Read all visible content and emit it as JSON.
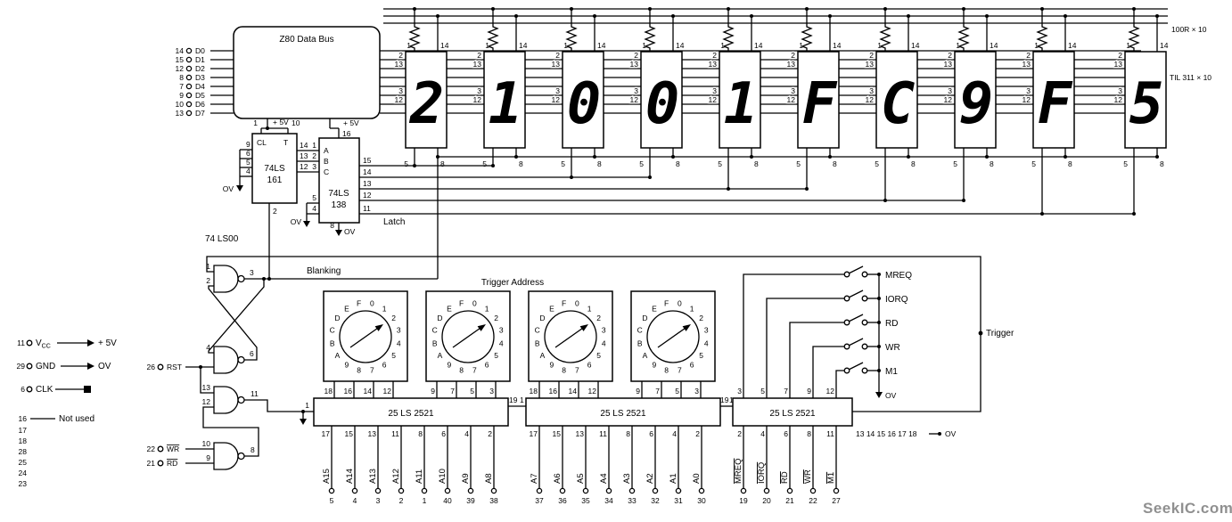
{
  "watermark": "SeekIC.com",
  "labels": {
    "z80_bus": "Z80 Data Bus",
    "resistor_bank": "100R × 10",
    "display_bank": "TIL 311 × 10",
    "plus5v": "+ 5V",
    "ov": "OV",
    "latch": "Latch",
    "blanking": "Blanking",
    "nand_chip": "74 LS00",
    "trigger_address": "Trigger Address",
    "trigger": "Trigger",
    "not_used": "Not used"
  },
  "z80_data_pins": [
    {
      "pin": "14",
      "signal": "D0"
    },
    {
      "pin": "15",
      "signal": "D1"
    },
    {
      "pin": "12",
      "signal": "D2"
    },
    {
      "pin": "8",
      "signal": "D3"
    },
    {
      "pin": "7",
      "signal": "D4"
    },
    {
      "pin": "9",
      "signal": "D5"
    },
    {
      "pin": "10",
      "signal": "D6"
    },
    {
      "pin": "13",
      "signal": "D7"
    }
  ],
  "displays": {
    "digits": [
      "2",
      "1",
      "0",
      "0",
      "1",
      "F",
      "C",
      "9",
      "F",
      "5"
    ],
    "pin_top_left": "1",
    "pin_top_right": "14",
    "pin_bottom_left": "5",
    "pin_bottom_right": "8",
    "left_pins": [
      "2",
      "13",
      "3",
      "12"
    ]
  },
  "counter_161": {
    "line1": "74LS",
    "line2": "161",
    "cl": "CL",
    "t": "T",
    "pin_cl": "1",
    "pin_t": "10",
    "pin_clock": "2",
    "left_pins": [
      "9",
      "6",
      "5",
      "4"
    ],
    "out_pins": [
      "14",
      "13",
      "12"
    ]
  },
  "decoder_138": {
    "line1": "74LS",
    "line2": "138",
    "inputs": [
      "A",
      "B",
      "C"
    ],
    "input_pins": [
      "1",
      "2",
      "3"
    ],
    "pin_vcc": "16",
    "enable_pins": [
      "5",
      "4"
    ],
    "pin_gnd": "8",
    "out_pins": [
      "15",
      "14",
      "13",
      "12",
      "11"
    ]
  },
  "gates": {
    "g1": {
      "in1": "1",
      "in2": "2",
      "out": "3"
    },
    "g2": {
      "in1": "4",
      "out": "6"
    },
    "g3": {
      "in1": "13",
      "in2": "12",
      "out": "11"
    },
    "g4": {
      "in1": "10",
      "in2": "9",
      "out": "8"
    }
  },
  "ext_inputs": {
    "rst": {
      "pin": "26",
      "name": "RST"
    },
    "wr": {
      "pin": "22",
      "name": "WR"
    },
    "rd": {
      "pin": "21",
      "name": "RD"
    }
  },
  "rotary": {
    "chars": [
      "0",
      "1",
      "2",
      "3",
      "4",
      "5",
      "6",
      "7",
      "8",
      "9",
      "A",
      "B",
      "C",
      "D",
      "E",
      "F"
    ]
  },
  "comparators": [
    {
      "name": "25 LS 2521",
      "pin_enable": "1",
      "pin_out": "19",
      "top_pins": [
        "18",
        "16",
        "14",
        "12",
        "9",
        "7",
        "5",
        "3"
      ],
      "bottom_pins": [
        "17",
        "15",
        "13",
        "11",
        "8",
        "6",
        "4",
        "2"
      ],
      "signals": [
        "A15",
        "A14",
        "A13",
        "A12",
        "A11",
        "A10",
        "A9",
        "A8"
      ],
      "z80_pins": [
        "5",
        "4",
        "3",
        "2",
        "1",
        "40",
        "39",
        "38"
      ]
    },
    {
      "name": "25 LS 2521",
      "pin_enable": "1",
      "pin_out": "19",
      "top_pins": [
        "18",
        "16",
        "14",
        "12",
        "9",
        "7",
        "5",
        "3"
      ],
      "bottom_pins": [
        "17",
        "15",
        "13",
        "11",
        "8",
        "6",
        "4",
        "2"
      ],
      "signals": [
        "A7",
        "A6",
        "A5",
        "A4",
        "A3",
        "A2",
        "A1",
        "A0"
      ],
      "z80_pins": [
        "37",
        "36",
        "35",
        "34",
        "33",
        "32",
        "31",
        "30"
      ]
    },
    {
      "name": "25 LS 2521",
      "pin_enable": "1",
      "pin_out": "",
      "top_pins": [
        "3",
        "5",
        "7",
        "9",
        "12"
      ],
      "bottom_pins": [
        "2",
        "4",
        "6",
        "8",
        "11"
      ],
      "signals": [
        "MREQ",
        "IORQ",
        "RD",
        "WR",
        "M1"
      ],
      "signals_overline": true,
      "unused_pins": "13 14 15 16 17 18",
      "z80_pins": [
        "19",
        "20",
        "21",
        "22",
        "27"
      ]
    }
  ],
  "control_switches": [
    "MREQ",
    "IORQ",
    "RD",
    "WR",
    "M1"
  ],
  "legend": {
    "vcc": {
      "pin": "11",
      "name": "V",
      "sub": "CC",
      "value": "+ 5V"
    },
    "gnd": {
      "pin": "29",
      "name": "GND",
      "value": "OV"
    },
    "clk": {
      "pin": "6",
      "name": "CLK"
    },
    "not_used_pin": "16",
    "spare_pins": [
      "17",
      "18",
      "28",
      "25",
      "24",
      "23"
    ]
  }
}
